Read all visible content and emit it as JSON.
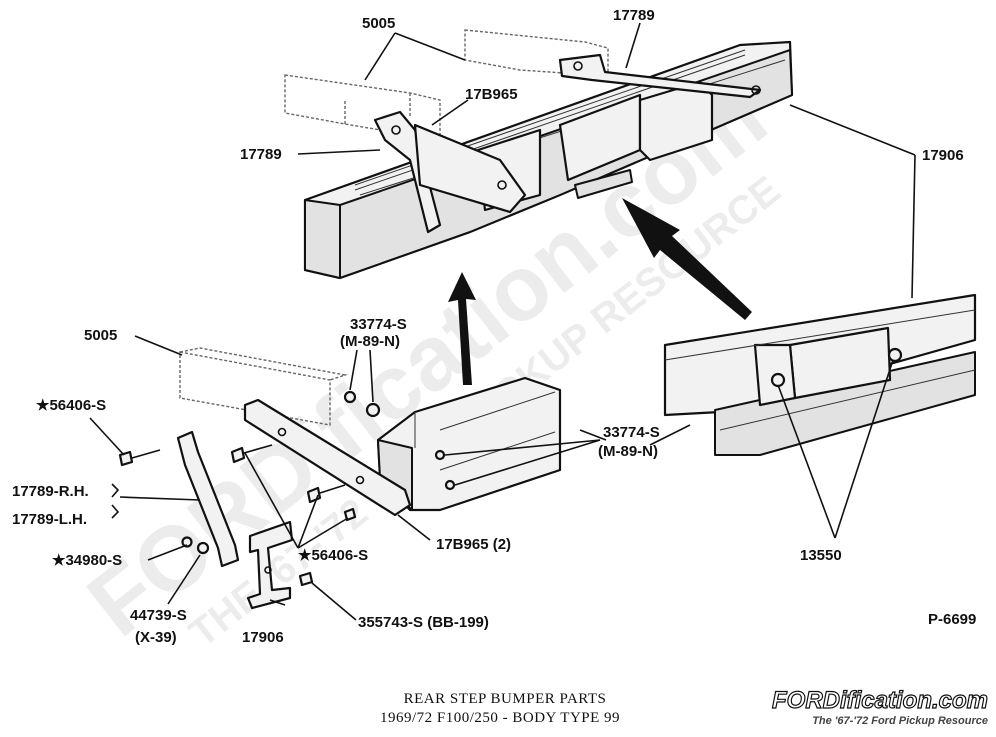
{
  "labels": {
    "l_5005_top": "5005",
    "l_17789_top": "17789",
    "l_17b965_top": "17B965",
    "l_17789_left": "17789",
    "l_17906_right": "17906",
    "l_5005_mid": "5005",
    "l_33774_upper": "33774-S",
    "l_m89_upper": "(M-89-N)",
    "l_56406_left": "★56406-S",
    "l_17789_rh": "17789-R.H.",
    "l_17789_lh": "17789-L.H.",
    "l_34980": "★34980-S",
    "l_44739": "44739-S",
    "l_x39": "(X-39)",
    "l_17906_bottom": "17906",
    "l_56406_mid": "★56406-S",
    "l_17b965_2": "17B965 (2)",
    "l_355743": "355743-S (BB-199)",
    "l_33774_lower": "33774-S",
    "l_m89_lower": "(M-89-N)",
    "l_13550": "13550",
    "l_p6699": "P-6699"
  },
  "caption": {
    "line1": "REAR STEP BUMPER PARTS",
    "line2": "1969/72  F100/250 - BODY TYPE 99"
  },
  "watermark": {
    "main": "FORDification.com",
    "sub": "THE '67-'72 FORD PICKUP RESOURCE"
  },
  "logo": {
    "title": "FORDification.com",
    "tagline": "The '67-'72 Ford Pickup Resource"
  }
}
